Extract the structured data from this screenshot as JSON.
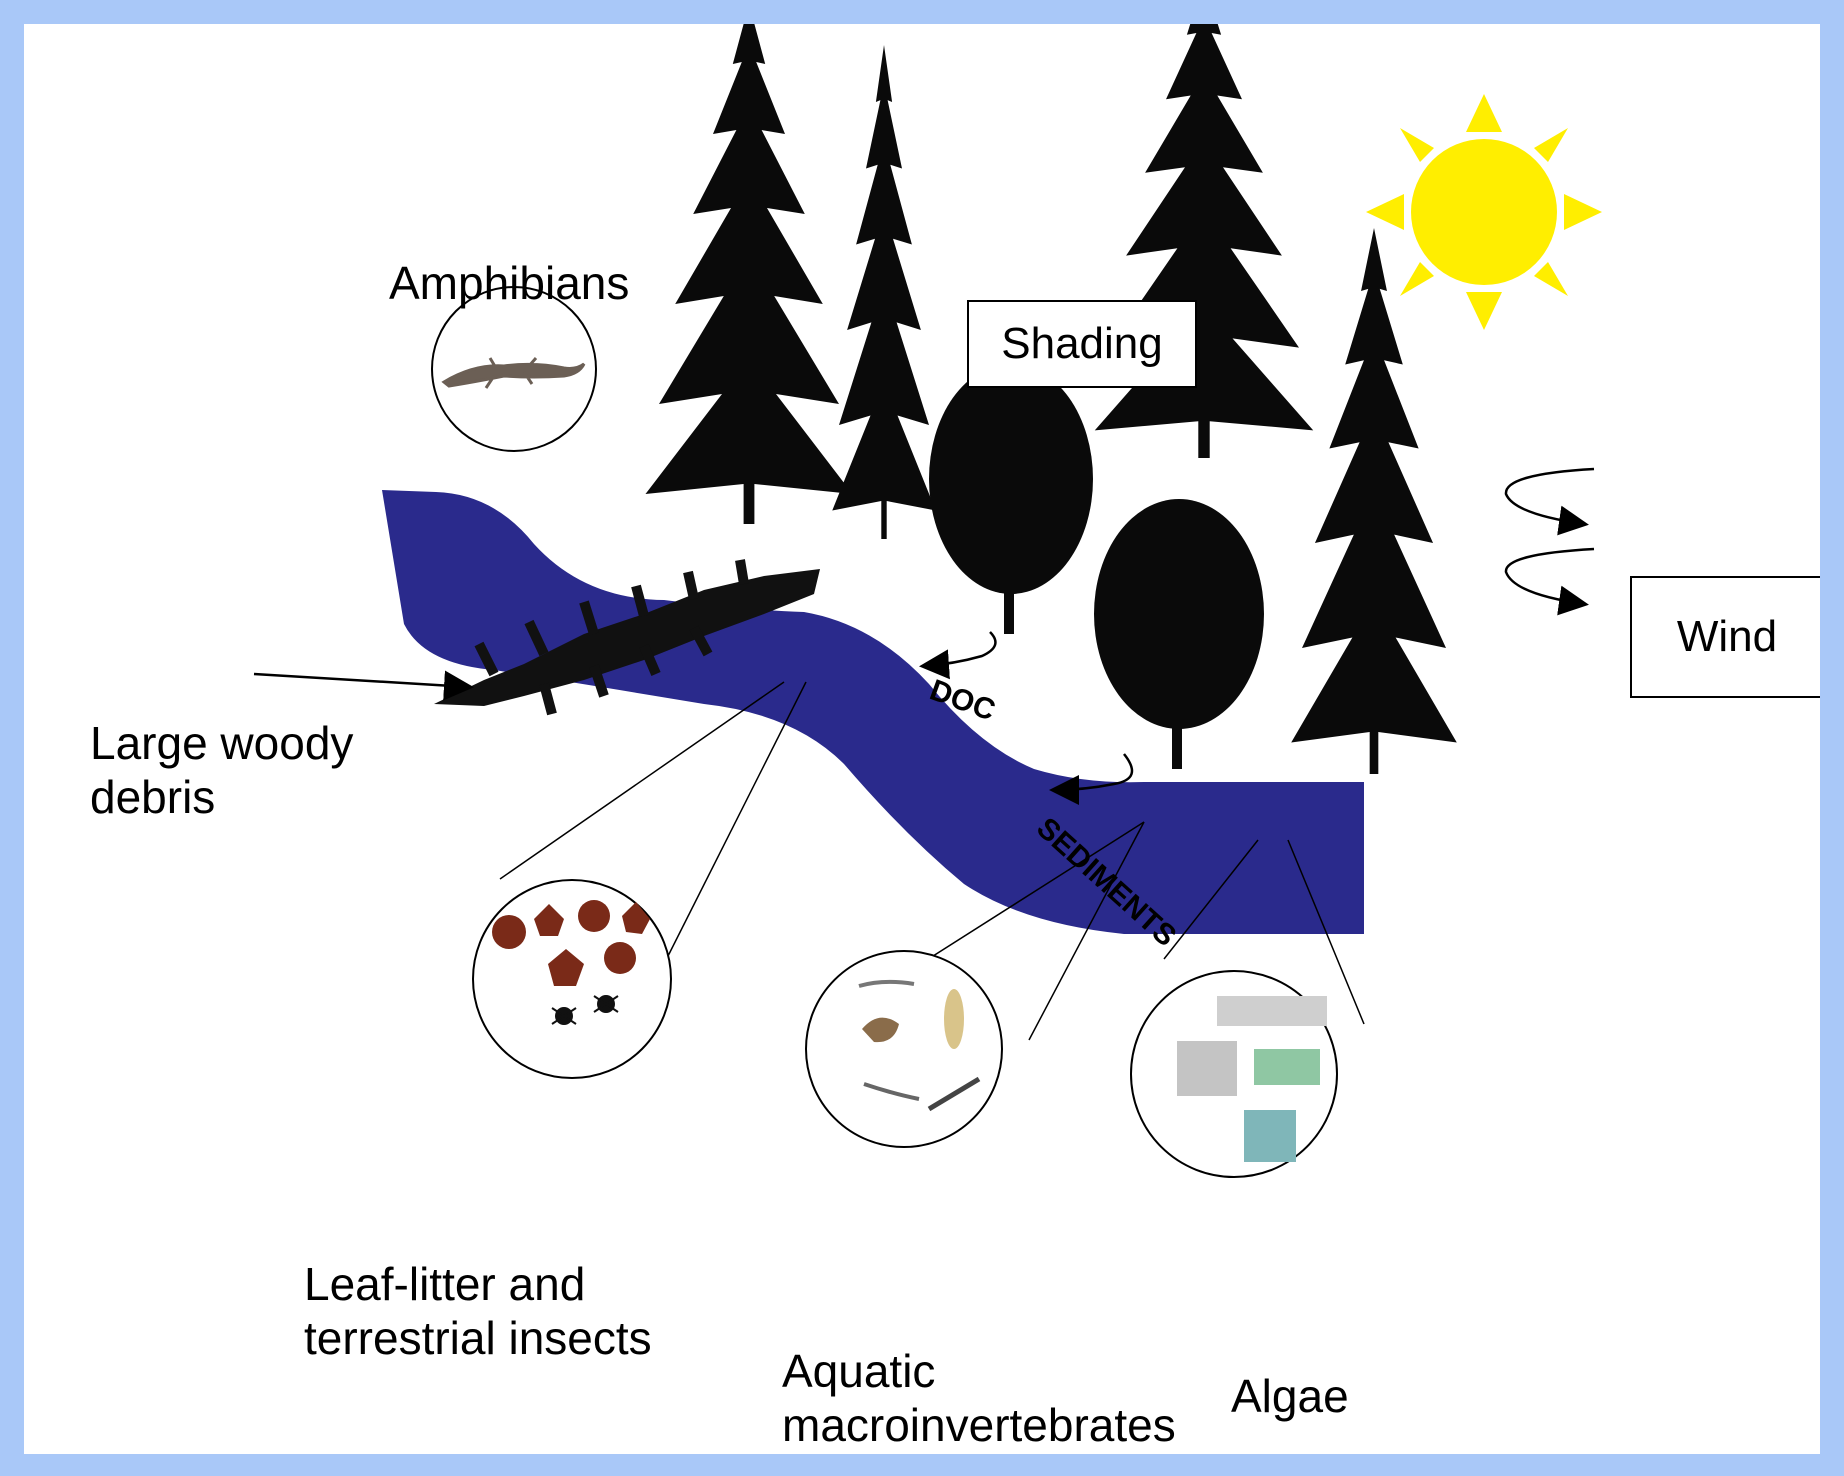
{
  "labels": {
    "amphibians": "Amphibians",
    "shading": "Shading",
    "wind": "Wind",
    "large_woody_debris": [
      "Large woody",
      "debris"
    ],
    "doc": "DOC",
    "sediments": "SEDIMENTS",
    "leaf_litter": [
      "Leaf-litter and",
      "terrestrial insects"
    ],
    "aquatic": [
      "Aquatic",
      "macroinvertebrates"
    ],
    "algae": "Algae"
  },
  "colors": {
    "frame": "#a9c8f8",
    "stream": "#2a2a8c",
    "sun": "#ffee00",
    "tree": "#0a0a0a",
    "leaf": "#7a2a18"
  },
  "icons": [
    "sun-icon",
    "conifer-tree-icon",
    "deciduous-tree-icon",
    "salamander-icon",
    "leaf-icon",
    "spider-icon",
    "insect-larva-icon",
    "algae-cell-icon",
    "wind-arrow-icon",
    "fallen-log-icon"
  ]
}
